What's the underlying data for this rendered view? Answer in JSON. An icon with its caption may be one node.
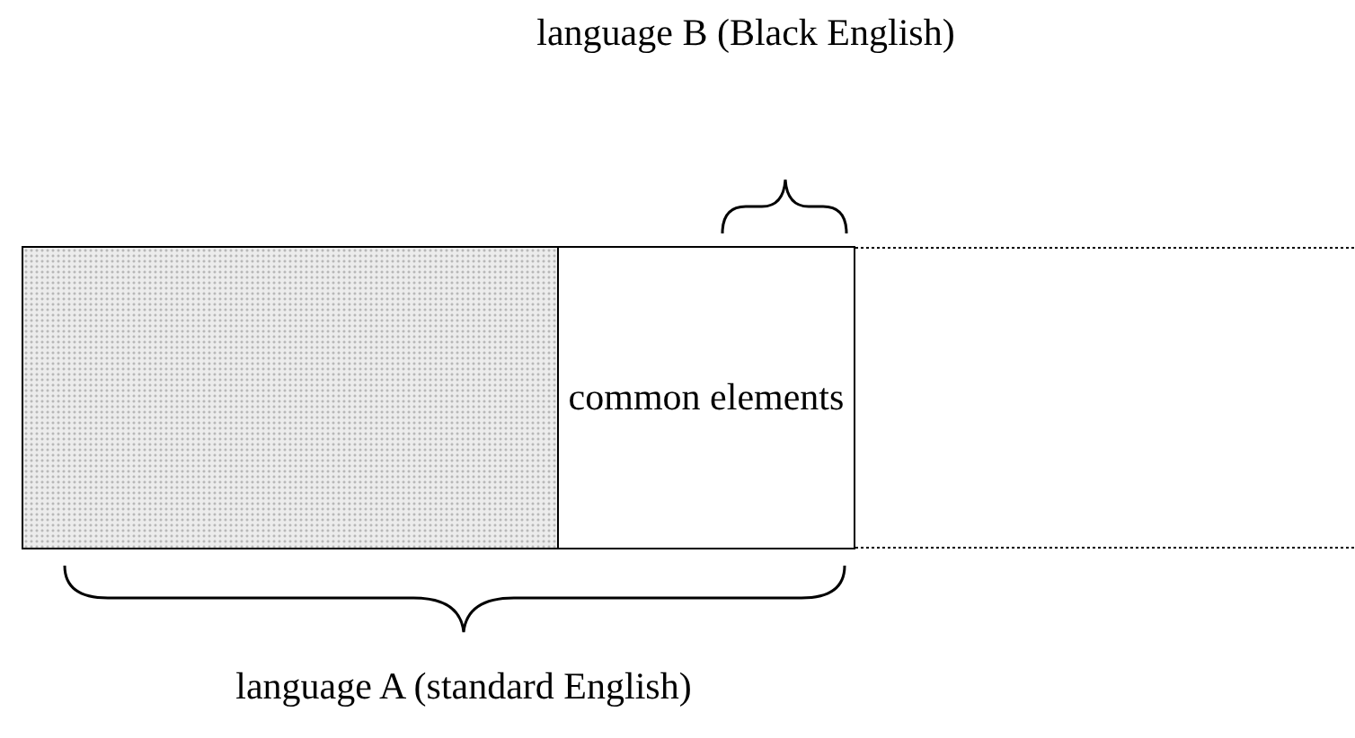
{
  "diagram": {
    "nodes": [
      {
        "text": [],
        "shape": "box"
      },
      {
        "text": [
          "common elements"
        ]
      }
    ],
    "labels": [
      "language B (Black English)",
      "language A (standard English)"
    ]
  }
}
